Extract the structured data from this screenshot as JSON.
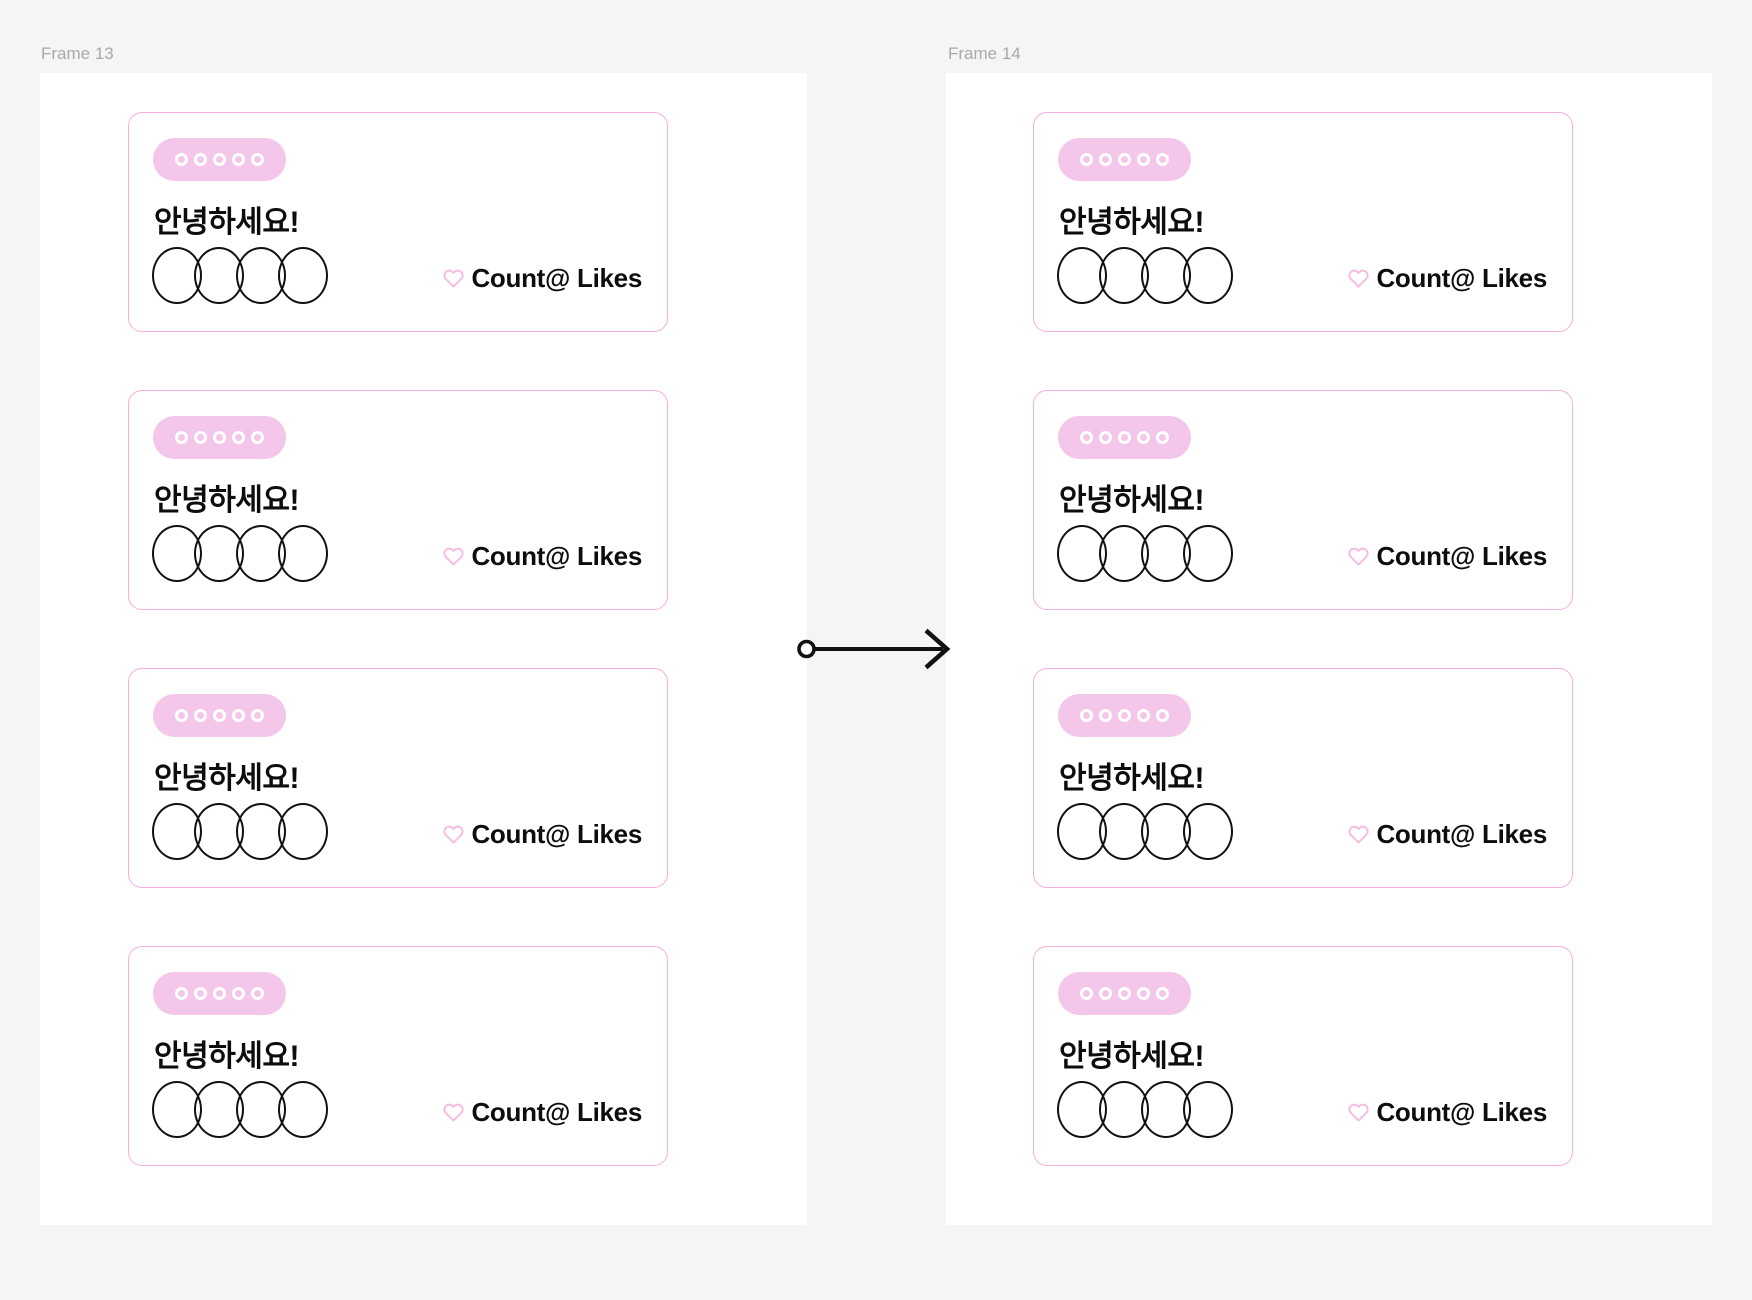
{
  "frames": [
    {
      "label": "Frame 13"
    },
    {
      "label": "Frame 14"
    }
  ],
  "card": {
    "title": "안녕하세요!",
    "likes": {
      "icon": "heart-outline-icon",
      "label": "Count@ Likes"
    },
    "badge_dots": 5,
    "avatars": 4
  },
  "connector": {
    "icon": "arrow-right-icon",
    "from": "Frame 13",
    "to": "Frame 14"
  },
  "colors": {
    "canvas_bg": "#F5F5F5",
    "frame_bg": "#FFFFFF",
    "frame_label": "#A9A9A9",
    "card_border": "#F4AEE0",
    "badge_fill": "#F3C6EA",
    "badge_ring": "#FFFFFF",
    "heart": "#F6BCE2",
    "avatar_stroke": "#111111",
    "text": "#0D0D0D",
    "connector_stroke": "#111111"
  }
}
